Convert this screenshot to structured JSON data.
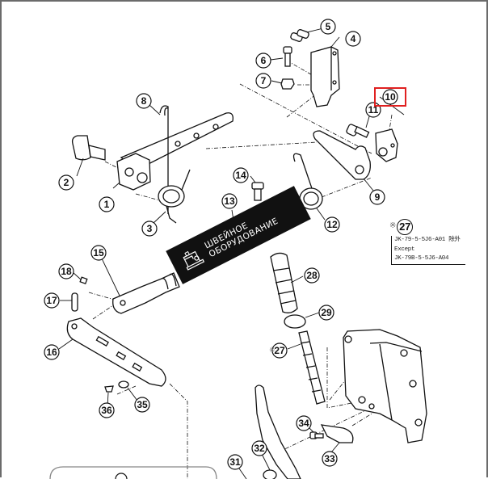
{
  "diagram": {
    "type": "exploded-parts-diagram",
    "callouts": [
      {
        "id": "1",
        "label": "1"
      },
      {
        "id": "2",
        "label": "2"
      },
      {
        "id": "3",
        "label": "3"
      },
      {
        "id": "4",
        "label": "4"
      },
      {
        "id": "5",
        "label": "5"
      },
      {
        "id": "6",
        "label": "6"
      },
      {
        "id": "7",
        "label": "7"
      },
      {
        "id": "8",
        "label": "8"
      },
      {
        "id": "9",
        "label": "9"
      },
      {
        "id": "10",
        "label": "10"
      },
      {
        "id": "11",
        "label": "11"
      },
      {
        "id": "12",
        "label": "12"
      },
      {
        "id": "13",
        "label": "13"
      },
      {
        "id": "14",
        "label": "14"
      },
      {
        "id": "15",
        "label": "15"
      },
      {
        "id": "16",
        "label": "16"
      },
      {
        "id": "17",
        "label": "17"
      },
      {
        "id": "18",
        "label": "18"
      },
      {
        "id": "27",
        "label": "27"
      },
      {
        "id": "28",
        "label": "28"
      },
      {
        "id": "29",
        "label": "29"
      },
      {
        "id": "31",
        "label": "31"
      },
      {
        "id": "32",
        "label": "32"
      },
      {
        "id": "33",
        "label": "33"
      },
      {
        "id": "34",
        "label": "34"
      },
      {
        "id": "35",
        "label": "35"
      },
      {
        "id": "36",
        "label": "36"
      }
    ],
    "highlighted_part": "10",
    "highlight_color": "#e02020",
    "note": {
      "marker": "※",
      "part": "27",
      "lines": [
        "JK-79-5-5J6-A01 除外",
        "Except",
        "JK-79B-5-5J6-A04"
      ]
    },
    "watermark": {
      "icon": "sewing-machine-icon",
      "line1": "ШВЕЙНОЕ",
      "line2": "ОБОРУДОВАНИЕ"
    }
  }
}
